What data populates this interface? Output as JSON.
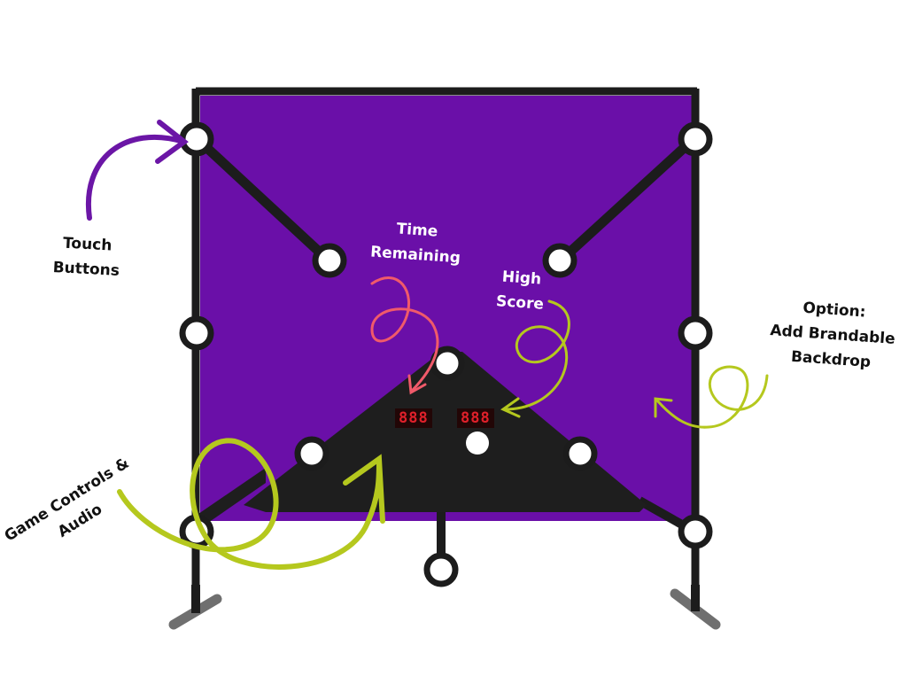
{
  "annotations": {
    "touch_buttons": [
      "Touch",
      "Buttons"
    ],
    "time_remaining": [
      "Time",
      "Remaining"
    ],
    "high_score": [
      "High",
      "Score"
    ],
    "backdrop_option": [
      "Option:",
      "Add Brandable",
      "Backdrop"
    ],
    "game_controls": [
      "Game Controls &",
      "Audio"
    ]
  },
  "displays": {
    "time_remaining": "888",
    "high_score": "888"
  },
  "colors": {
    "backdrop": "#6a0fa8",
    "frame": "#1c1c1c",
    "touch_button": "#ffffff",
    "arrow_purple": "#6b16a6",
    "arrow_pink": "#f05a6a",
    "arrow_lime": "#b5c81e",
    "led_red": "#e0202a"
  }
}
